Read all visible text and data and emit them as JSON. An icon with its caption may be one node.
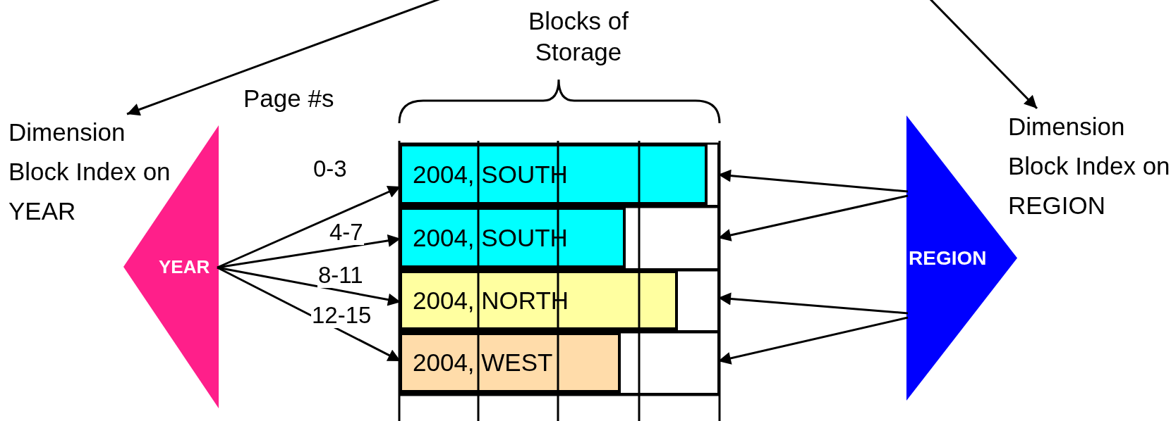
{
  "diagram": {
    "nodes": [
      {
        "text": [
          "Dimension Block Index on YEAR"
        ]
      },
      {
        "text": [
          "YEAR"
        ]
      },
      {
        "text": [
          "2004, SOUTH"
        ]
      },
      {
        "text": [
          "2004, SOUTH"
        ]
      },
      {
        "text": [
          "2004, NORTH"
        ]
      },
      {
        "text": [
          "2004, WEST"
        ]
      },
      {
        "text": [
          "REGION"
        ]
      },
      {
        "text": [
          "Dimension Block Index on REGION"
        ]
      }
    ],
    "edges": [
      {
        "from": null,
        "to": 0,
        "arrow": "to"
      },
      {
        "from": null,
        "to": 7,
        "arrow": "to"
      },
      {
        "from": 1,
        "to": 2,
        "arrow": "to",
        "label": "0-3"
      },
      {
        "from": 1,
        "to": 3,
        "arrow": "to",
        "label": "4-7"
      },
      {
        "from": 1,
        "to": 4,
        "arrow": "to",
        "label": "8-11"
      },
      {
        "from": 1,
        "to": 5,
        "arrow": "to",
        "label": "12-15"
      },
      {
        "from": 6,
        "to": 2,
        "arrow": "to"
      },
      {
        "from": 6,
        "to": 3,
        "arrow": "to"
      },
      {
        "from": 6,
        "to": 4,
        "arrow": "to"
      },
      {
        "from": 6,
        "to": 5,
        "arrow": "to"
      }
    ],
    "labels": [
      "Blocks of Storage",
      "Page #s"
    ]
  }
}
